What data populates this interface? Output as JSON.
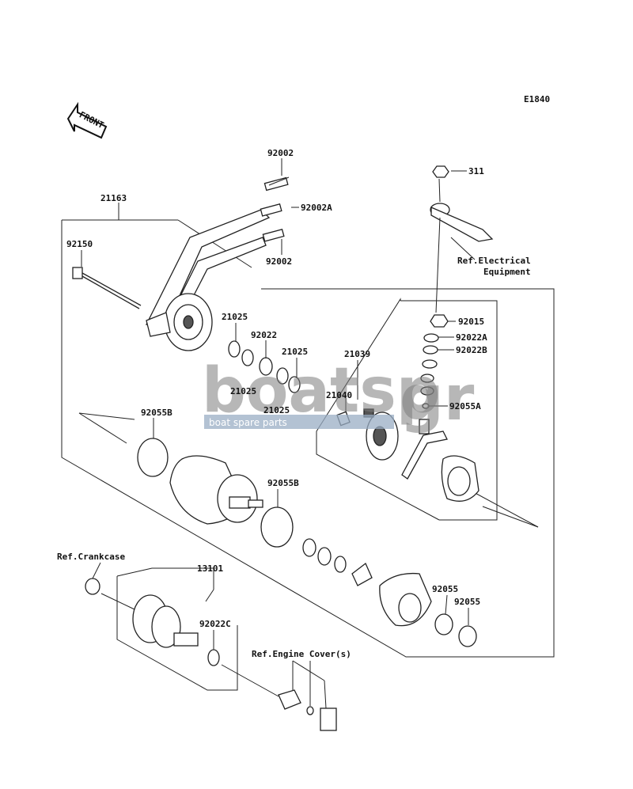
{
  "diagram_code": "E1840",
  "front_label": "FRONT",
  "watermark": {
    "brand": "boatsp",
    "suffix": "gr",
    "tagline": "boat spare parts"
  },
  "parts": [
    {
      "id": "p-92002-top",
      "number": "92002"
    },
    {
      "id": "p-92002a",
      "number": "92002A"
    },
    {
      "id": "p-92002-mid",
      "number": "92002"
    },
    {
      "id": "p-21163",
      "number": "21163"
    },
    {
      "id": "p-92150",
      "number": "92150"
    },
    {
      "id": "p-311",
      "number": "311"
    },
    {
      "id": "p-21025-a",
      "number": "21025"
    },
    {
      "id": "p-92022",
      "number": "92022"
    },
    {
      "id": "p-21025-b",
      "number": "21025"
    },
    {
      "id": "p-21025-c",
      "number": "21025"
    },
    {
      "id": "p-21025-d",
      "number": "21025"
    },
    {
      "id": "p-21039",
      "number": "21039"
    },
    {
      "id": "p-21040",
      "number": "21040"
    },
    {
      "id": "p-92015",
      "number": "92015"
    },
    {
      "id": "p-92022a",
      "number": "92022A"
    },
    {
      "id": "p-92022b",
      "number": "92022B"
    },
    {
      "id": "p-92055a",
      "number": "92055A"
    },
    {
      "id": "p-92055b-1",
      "number": "92055B"
    },
    {
      "id": "p-92055b-2",
      "number": "92055B"
    },
    {
      "id": "p-13101",
      "number": "13101"
    },
    {
      "id": "p-92022c",
      "number": "92022C"
    },
    {
      "id": "p-92055-1",
      "number": "92055"
    },
    {
      "id": "p-92055-2",
      "number": "92055"
    }
  ],
  "references": {
    "electrical_line1": "Ref.Electrical",
    "electrical_line2": "Equipment",
    "crankcase": "Ref.Crankcase",
    "engine_cover": "Ref.Engine Cover(s)"
  }
}
